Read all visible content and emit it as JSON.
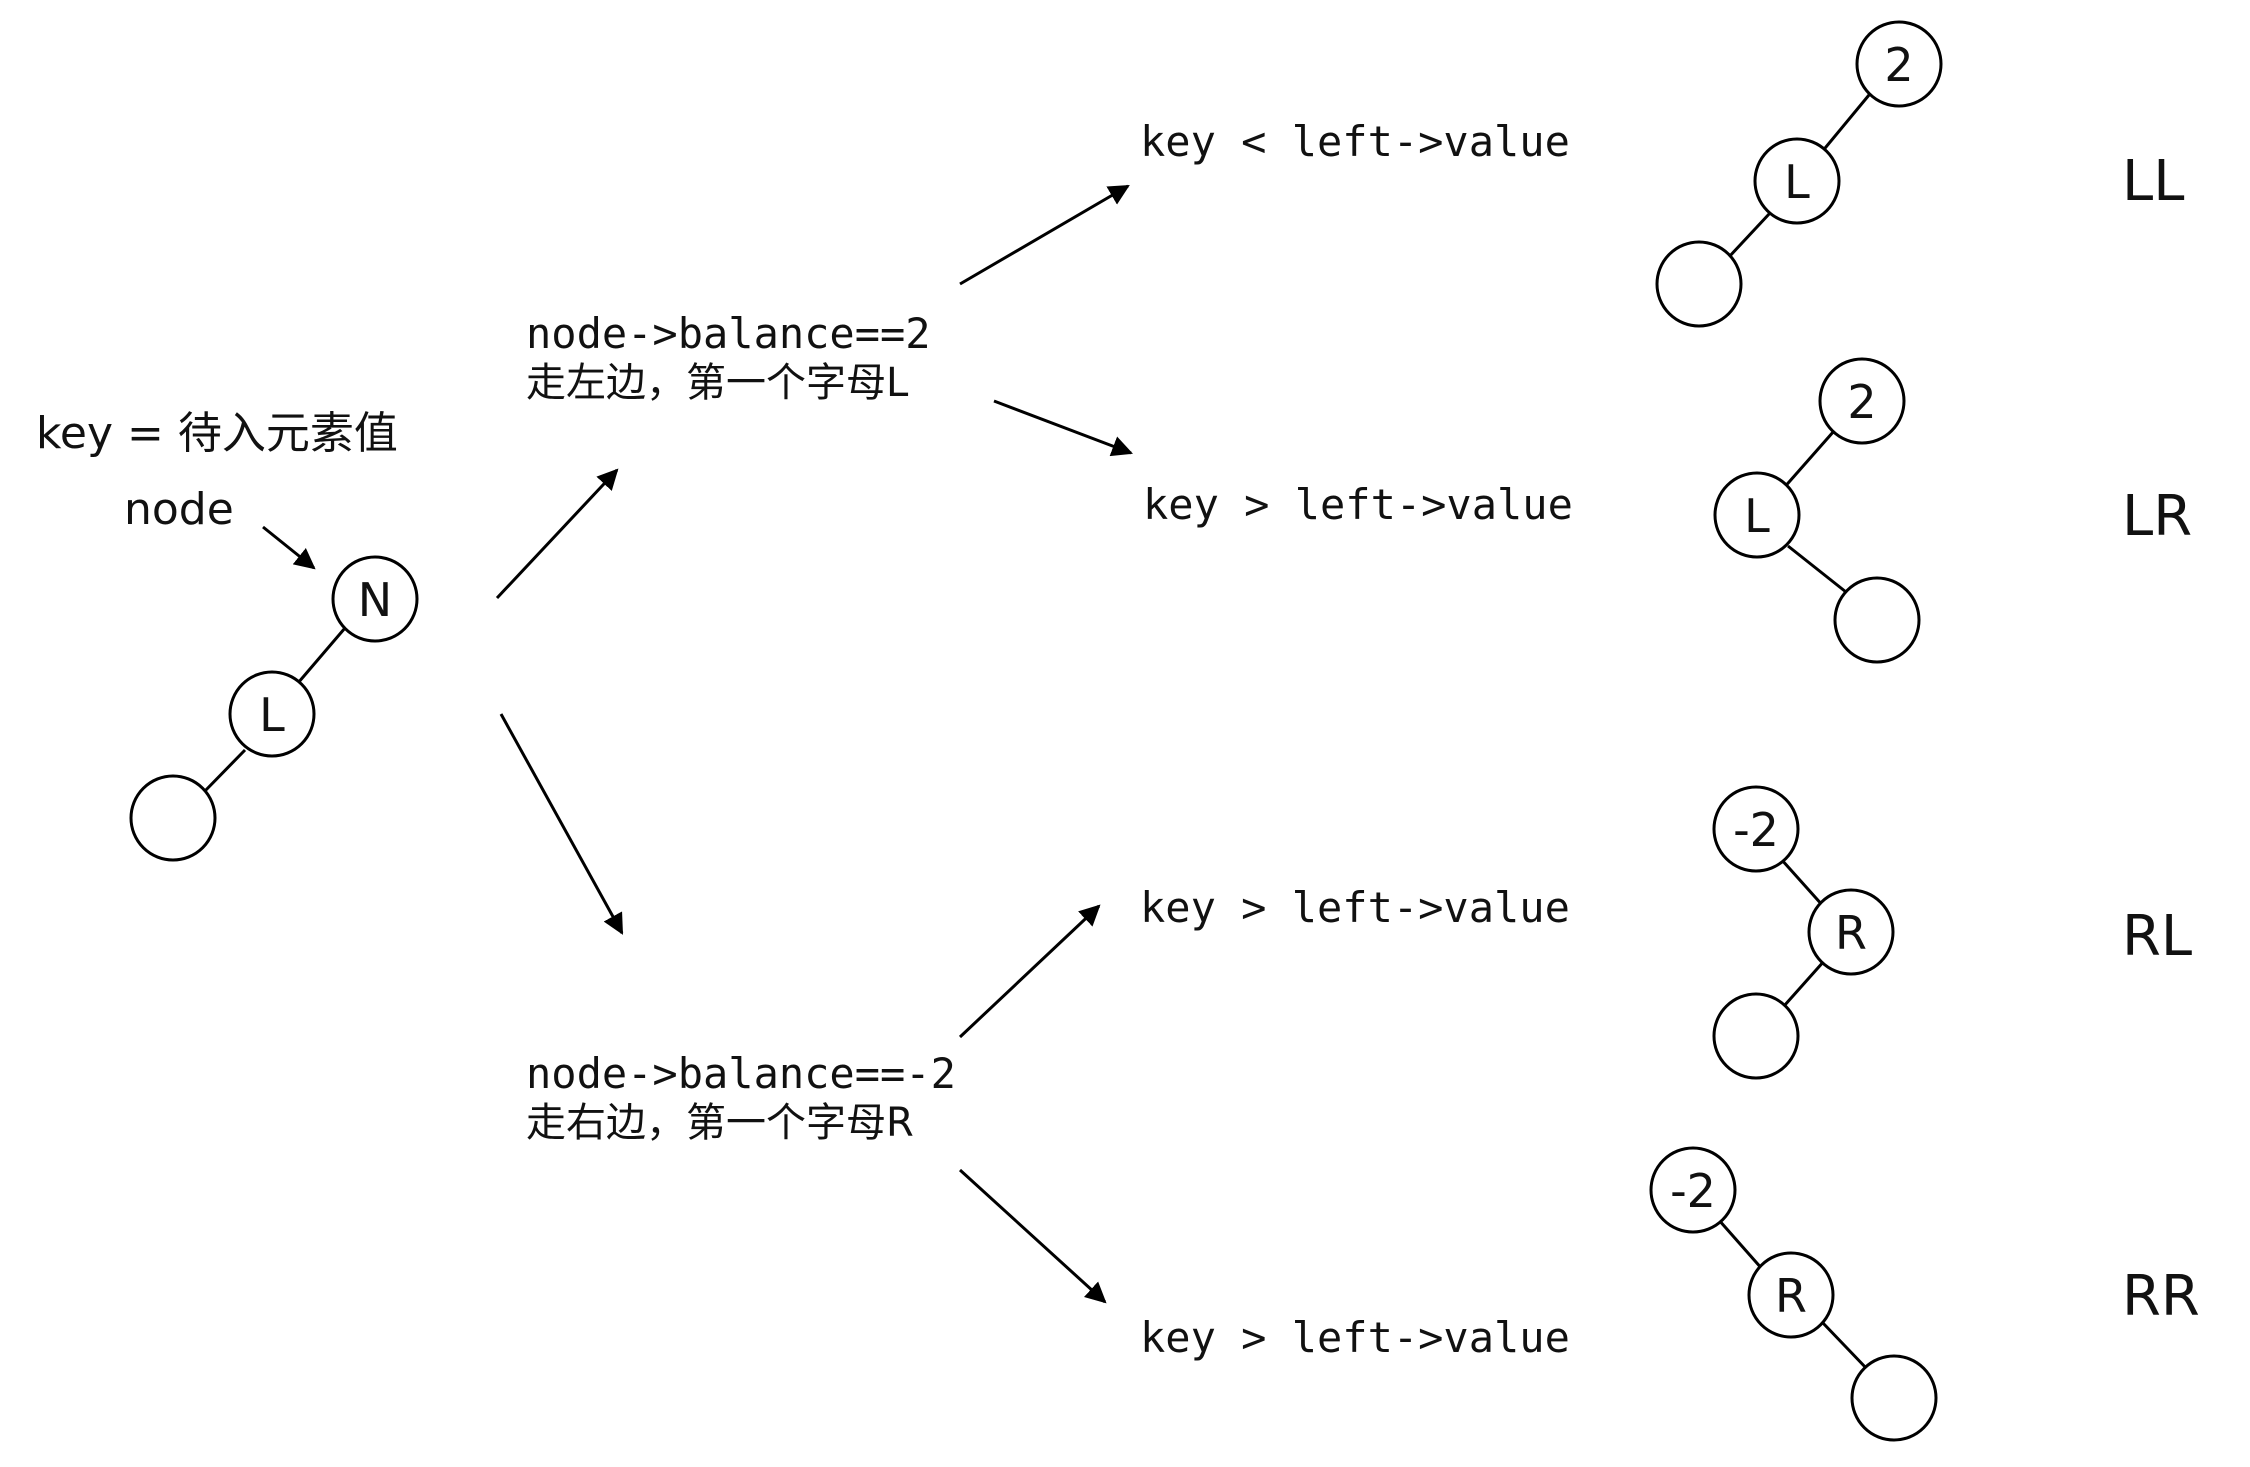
{
  "start": {
    "key_def": "key = 待入元素值",
    "pointer_label": "node",
    "root_label": "N",
    "child_label": "L",
    "grandchild_label": ""
  },
  "branches": {
    "left": {
      "condition": "node->balance==2",
      "note": "走左边，第一个字母L"
    },
    "right": {
      "condition": "node->balance==-2",
      "note": "走右边，第一个字母R"
    }
  },
  "comparisons": [
    "key < left->value",
    "key > left->value",
    "key > left->value",
    "key > left->value"
  ],
  "cases": [
    {
      "name": "LL",
      "root": "2",
      "child": "L"
    },
    {
      "name": "LR",
      "root": "2",
      "child": "L"
    },
    {
      "name": "RL",
      "root": "-2",
      "child": "R"
    },
    {
      "name": "RR",
      "root": "-2",
      "child": "R"
    }
  ]
}
